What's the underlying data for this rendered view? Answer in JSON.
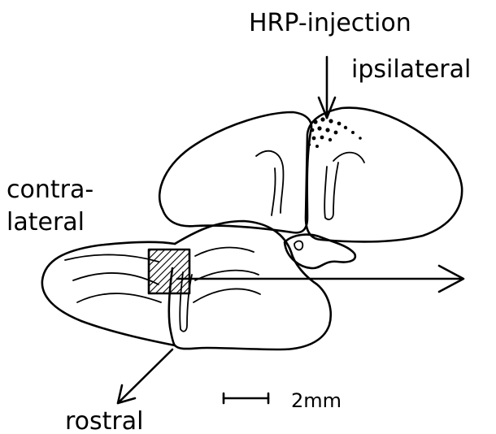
{
  "labels": {
    "injection": "HRP-injection",
    "ipsilateral": "ipsilateral",
    "contra_line1": "contra-",
    "contra_line2": "lateral",
    "rostral": "rostral",
    "scale": "2mm"
  },
  "colors": {
    "ink": "#000000",
    "background": "#ffffff"
  }
}
